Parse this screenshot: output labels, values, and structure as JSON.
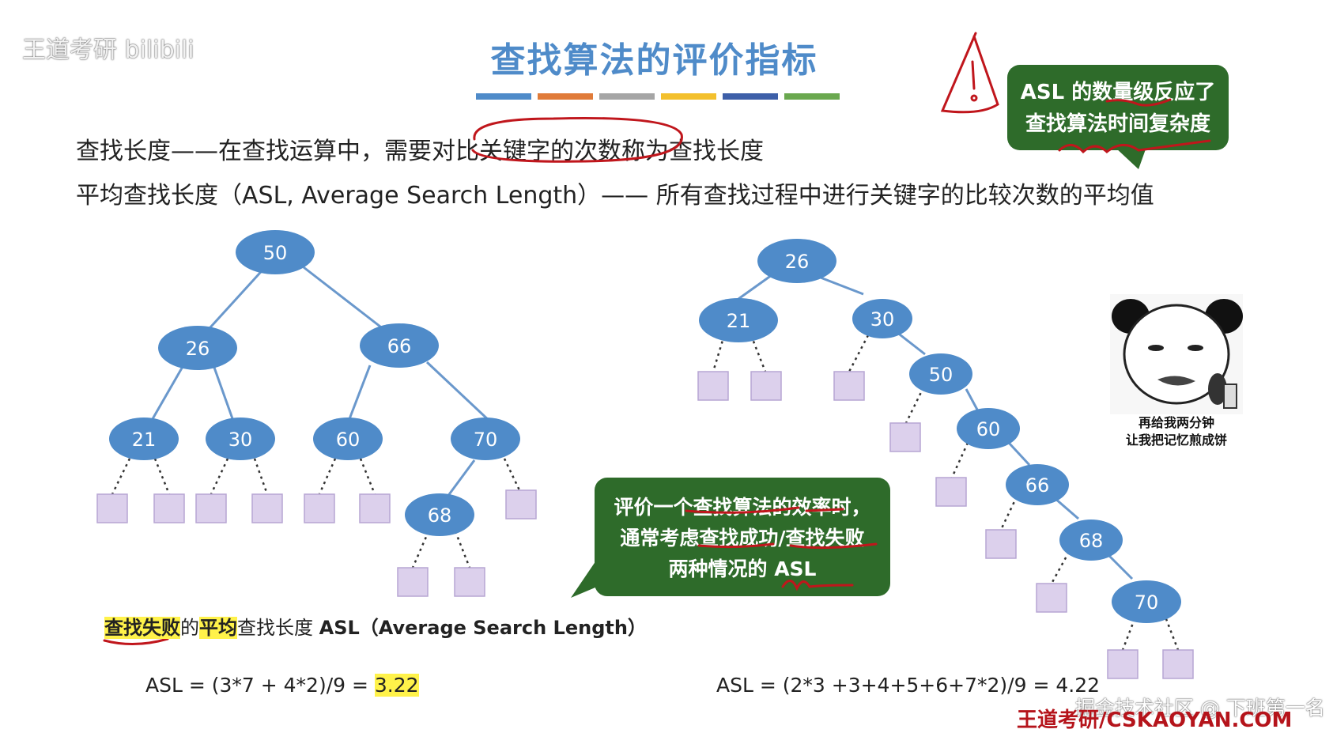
{
  "title": "查找算法的评价指标",
  "stripe_colors": [
    "#4f8bc9",
    "#e07b39",
    "#a5a5a5",
    "#f3c02d",
    "#3d5fa8",
    "#6aa84f"
  ],
  "definitions": {
    "search_length_prefix": "查找长度——在查找运算中，需要",
    "search_length_circled": "对比关键字的次数",
    "search_length_suffix": "称为查找长度",
    "asl_definition": "平均查找长度（ASL, Average Search Length）—— 所有查找过程中进行关键字的比较次数的平均值"
  },
  "callout_top": {
    "line1": "ASL 的数量级反应了",
    "line2": "查找算法时间复杂度"
  },
  "callout_middle": {
    "line1": "评价一个查找算法的效率时，",
    "line2": "通常考虑查找成功/查找失败",
    "line3": "两种情况的 ASL"
  },
  "meme_caption": {
    "line1": "再给我两分钟",
    "line2": "让我把记忆煎成饼"
  },
  "tree_left": {
    "nodes": [
      {
        "id": "n50",
        "label": "50"
      },
      {
        "id": "n26",
        "label": "26"
      },
      {
        "id": "n66",
        "label": "66"
      },
      {
        "id": "n21",
        "label": "21"
      },
      {
        "id": "n30",
        "label": "30"
      },
      {
        "id": "n60",
        "label": "60"
      },
      {
        "id": "n70",
        "label": "70"
      },
      {
        "id": "n68",
        "label": "68"
      }
    ]
  },
  "tree_right": {
    "nodes": [
      {
        "id": "m26",
        "label": "26"
      },
      {
        "id": "m21",
        "label": "21"
      },
      {
        "id": "m30",
        "label": "30"
      },
      {
        "id": "m50",
        "label": "50"
      },
      {
        "id": "m60",
        "label": "60"
      },
      {
        "id": "m66",
        "label": "66"
      },
      {
        "id": "m68",
        "label": "68"
      },
      {
        "id": "m70",
        "label": "70"
      }
    ]
  },
  "asl_fail_label": {
    "part1": "查找失败",
    "part2": "的",
    "part3": "平均",
    "part4": "查找长度 ",
    "part5": "ASL（Average Search Length）"
  },
  "formula_left": {
    "expr": "ASL = (3*7 + 4*2)/9 = ",
    "result": "3.22"
  },
  "formula_right": "ASL = (2*3 +3+4+5+6+7*2)/9 = 4.22",
  "watermark_top_left": "王道考研 bilibili",
  "watermark_bottom_right": "掘金技术社区 @ 下班第一名",
  "brand_bottom": "王道考研/CSKAOYAN.COM",
  "colors": {
    "node_fill": "#4f8bc9",
    "leaf_fill": "#dcd0ec",
    "bubble_green": "#2e6b2a",
    "title_blue": "#4f8bc9",
    "annotation_red": "#c0161c",
    "highlight": "#fff24a"
  }
}
